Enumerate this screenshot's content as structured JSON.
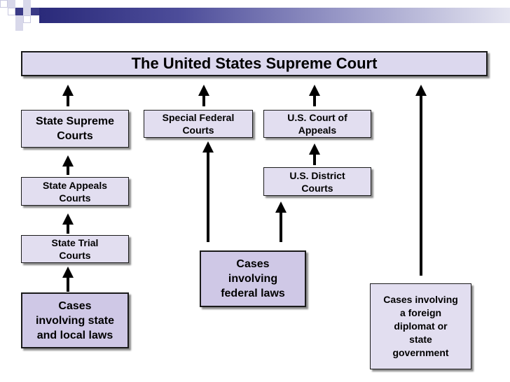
{
  "diagram": {
    "title": "The United States Supreme Court",
    "state_supreme": "State Supreme\nCourts",
    "special_federal": "Special Federal\nCourts",
    "court_of_appeals": "U.S. Court of\nAppeals",
    "state_appeals": "State Appeals\nCourts",
    "district_courts": "U.S. District\nCourts",
    "state_trial": "State Trial\nCourts",
    "cases_state": "Cases\ninvolving state\nand local laws",
    "cases_federal": "Cases\ninvolving\nfederal laws",
    "cases_foreign": "Cases involving\na foreign\ndiplomat or\nstate\ngovernment"
  },
  "colors": {
    "box_fill": "#e2def0",
    "banner_dark": "#2a2a7a",
    "banner_light": "#e4e4f0"
  }
}
